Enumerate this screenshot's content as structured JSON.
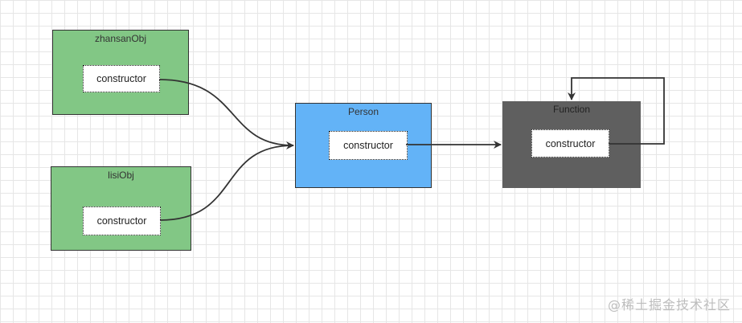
{
  "nodes": {
    "zhansan": {
      "title": "zhansanObj",
      "inner": "constructor",
      "fill": "#82c785"
    },
    "lisi": {
      "title": "lisiObj",
      "inner": "constructor",
      "fill": "#82c785"
    },
    "person": {
      "title": "Person",
      "inner": "constructor",
      "fill": "#63b3f7"
    },
    "function": {
      "title": "Function",
      "inner": "constructor",
      "fill": "#5f5f5f"
    }
  },
  "colors": {
    "edge": "#333333",
    "grid": "#e6e6e6"
  },
  "watermark": "@稀土掘金技术社区"
}
